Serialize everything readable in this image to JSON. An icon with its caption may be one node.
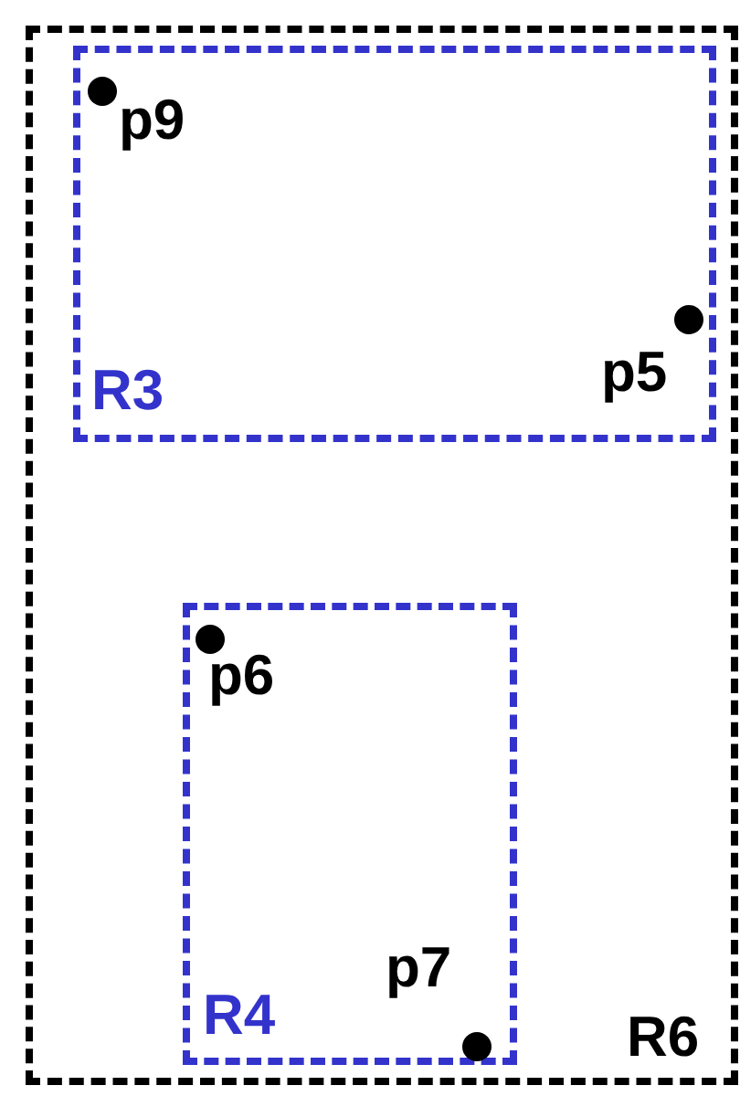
{
  "diagram": {
    "nodes": [
      {
        "text": [
          "R6"
        ]
      },
      {
        "text": [
          "R3"
        ],
        "in": 0
      },
      {
        "text": [],
        "shape": "circle",
        "beside": [
          "p9"
        ],
        "in": 1
      },
      {
        "text": [],
        "shape": "circle",
        "beside": [
          "p5"
        ],
        "in": 1
      },
      {
        "text": [
          "R4"
        ],
        "in": 0
      },
      {
        "text": [],
        "shape": "circle",
        "beside": [
          "p6"
        ],
        "in": 4
      },
      {
        "text": [],
        "shape": "circle",
        "beside": [
          "p7"
        ],
        "in": 4
      }
    ]
  }
}
